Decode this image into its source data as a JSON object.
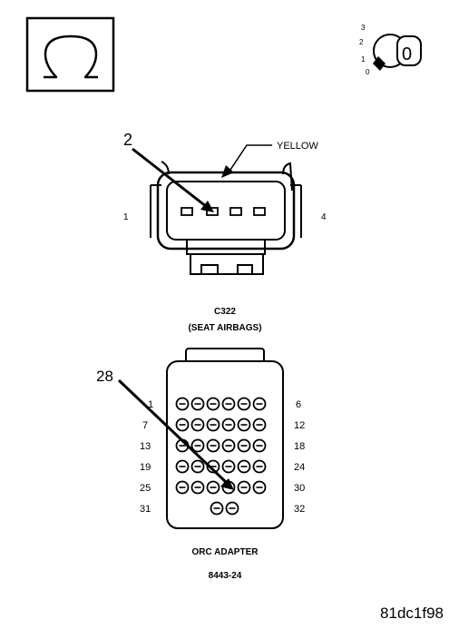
{
  "ohmmeter_icon": {
    "icon": "ohm-symbol-icon",
    "symbol": "Ω"
  },
  "ignition_switch": {
    "icon": "ignition-key-icon",
    "positions": [
      "3",
      "2",
      "1",
      "0"
    ],
    "key_label": "0"
  },
  "seat_connector": {
    "connector_id": "C322",
    "description": "(SEAT AIRBAGS)",
    "color_label": "YELLOW",
    "pin_left_label": "1",
    "pin_right_label": "4",
    "callout_label": "2",
    "cavity_count": 4
  },
  "orc_adapter": {
    "name": "ORC ADAPTER",
    "part_number": "8443-24",
    "callout_label": "28",
    "row_labels_left": [
      "1",
      "7",
      "13",
      "19",
      "25",
      "31"
    ],
    "row_labels_right": [
      "6",
      "12",
      "18",
      "24",
      "30",
      "32"
    ]
  },
  "figure_id": "81dc1f98"
}
